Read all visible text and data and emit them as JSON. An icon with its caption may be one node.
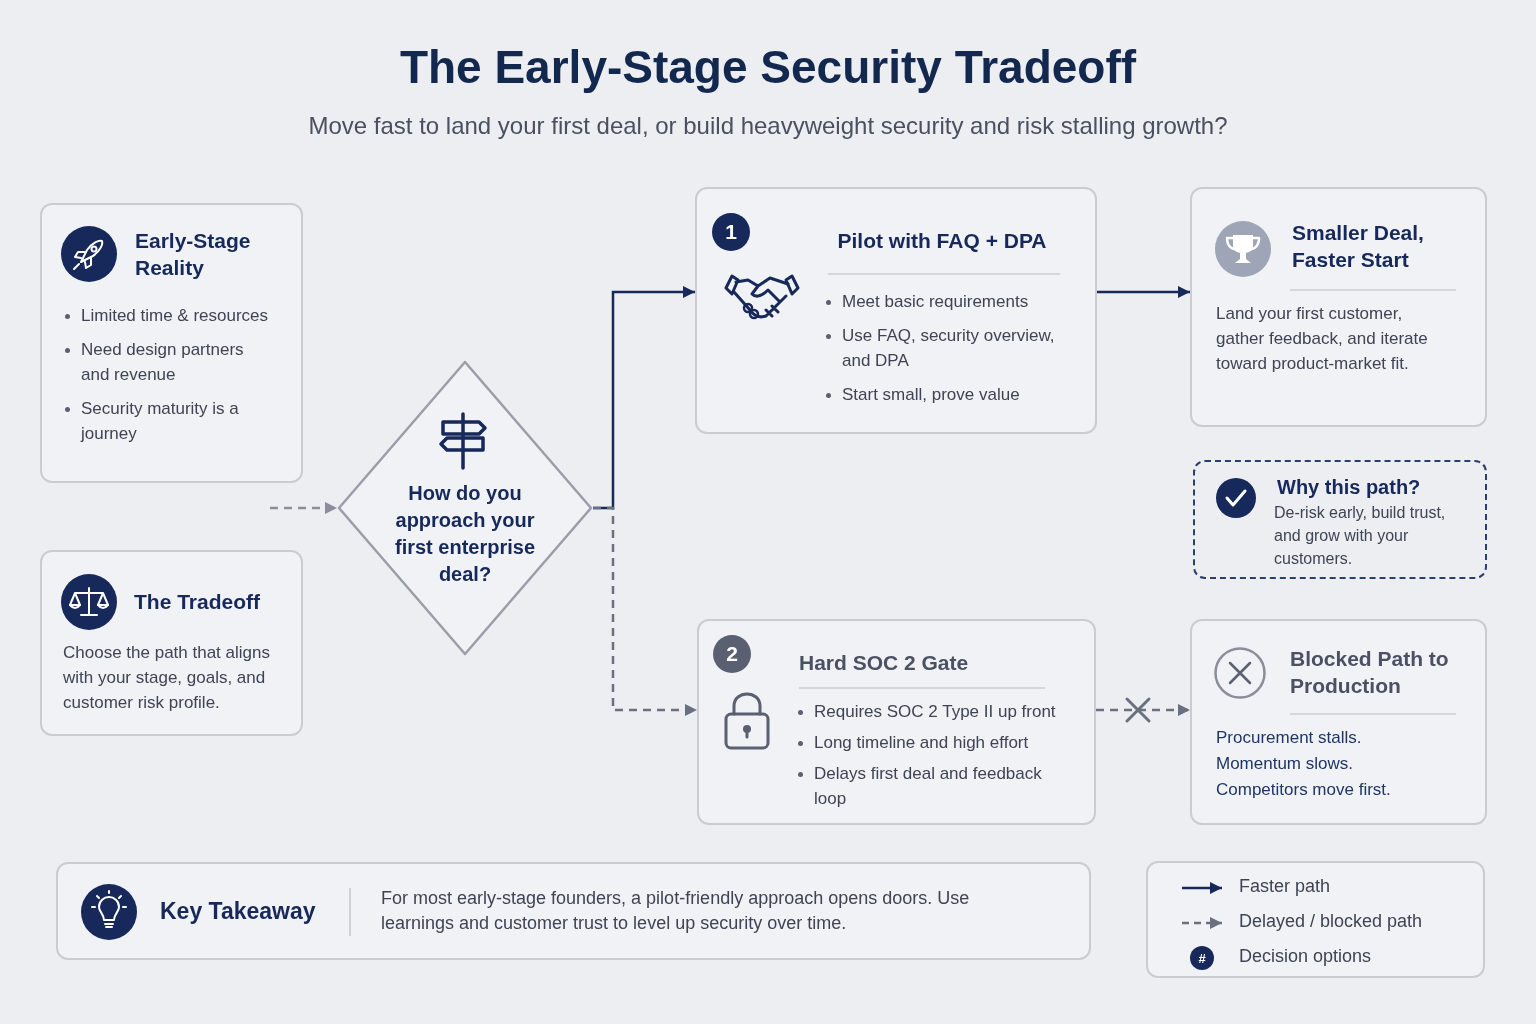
{
  "diagram": {
    "title": "The Early-Stage Security Tradeoff",
    "nodes": [
      {
        "text": [
          "Early-Stage Reality",
          "Limited time & resources",
          "Need design partners and revenue",
          "Security maturity is a journey"
        ]
      },
      {
        "text": [
          "The Tradeoff",
          "Choose the path that aligns with your stage, goals, and customer risk profile."
        ]
      },
      {
        "text": [
          "How do you approach your first enterprise deal?"
        ]
      },
      {
        "text": [
          "1",
          "Pilot with FAQ + DPA",
          "Meet basic requirements",
          "Use FAQ, security overview, and DPA",
          "Start small, prove value"
        ]
      },
      {
        "text": [
          "Smaller Deal, Faster Start",
          "Land your first customer, gather feedback, and iterate toward product-market fit."
        ]
      },
      {
        "text": [
          "Why this path?",
          "De-risk early, build trust, and grow with your customers."
        ]
      },
      {
        "text": [
          "2",
          "Hard SOC 2 Gate",
          "Requires SOC 2 Type II up front",
          "Long timeline and high effort",
          "Delays first deal and feedback loop"
        ]
      },
      {
        "text": [
          "Blocked Path to Production",
          "Procurement stalls.",
          "Momentum slows.",
          "Competitors move first."
        ]
      },
      {
        "text": [
          "Key Takeaway",
          "For most early-stage founders, a pilot-friendly approach opens doors. Use learnings and customer trust to level up security over time."
        ]
      }
    ],
    "edges": [
      {
        "from": null,
        "to": 2,
        "arrow": "to",
        "style": "dashed",
        "color": "#8a8e9c"
      },
      {
        "from": 2,
        "to": 3,
        "arrow": "to"
      },
      {
        "from": 2,
        "to": 6,
        "arrow": "to",
        "style": "dashed",
        "color": "#6b7080"
      },
      {
        "from": 3,
        "to": 4,
        "arrow": "to"
      },
      {
        "from": 6,
        "to": 7,
        "arrow": "to",
        "style": "dashed",
        "color": "#6b7080"
      }
    ],
    "labels": [
      "Move fast to land your first deal, or build heavyweight security and risk stalling growth?",
      "#"
    ],
    "legend": [
      {
        "text": "Faster path"
      },
      {
        "text": "Delayed / blocked path"
      },
      {
        "text": "Decision options"
      }
    ]
  }
}
